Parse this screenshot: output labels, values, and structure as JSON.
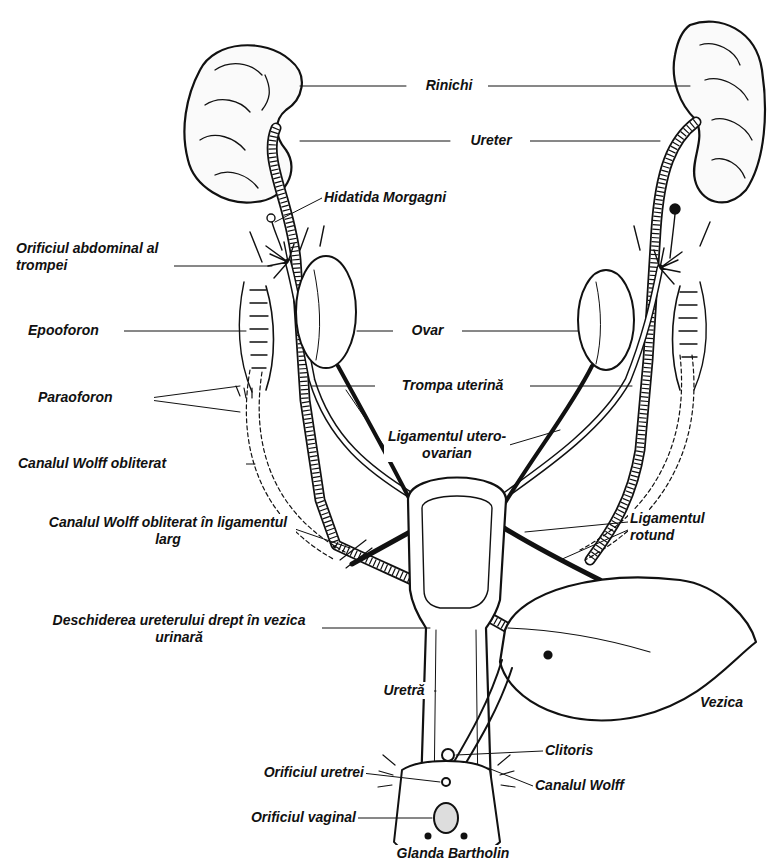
{
  "diagram": {
    "labels": [
      "Rinichi",
      "Ureter",
      "Hidatida Morgagni",
      "Orificiul abdominal al trompei",
      "Epooforon",
      "Ovar",
      "Paraoforon",
      "Trompa uterină",
      "Ligamentul utero-ovarian",
      "Canalul Wolff obliterat",
      "Canalul Wolff obliterat în ligamentul larg",
      "Ligamentul rotund",
      "Deschiderea ureterului drept în vezica urinară",
      "Uretră",
      "Vezica",
      "Clitoris",
      "Orificiul uretrei",
      "Canalul Wolff",
      "Orificiul vaginal",
      "Glanda Bartholin"
    ]
  }
}
